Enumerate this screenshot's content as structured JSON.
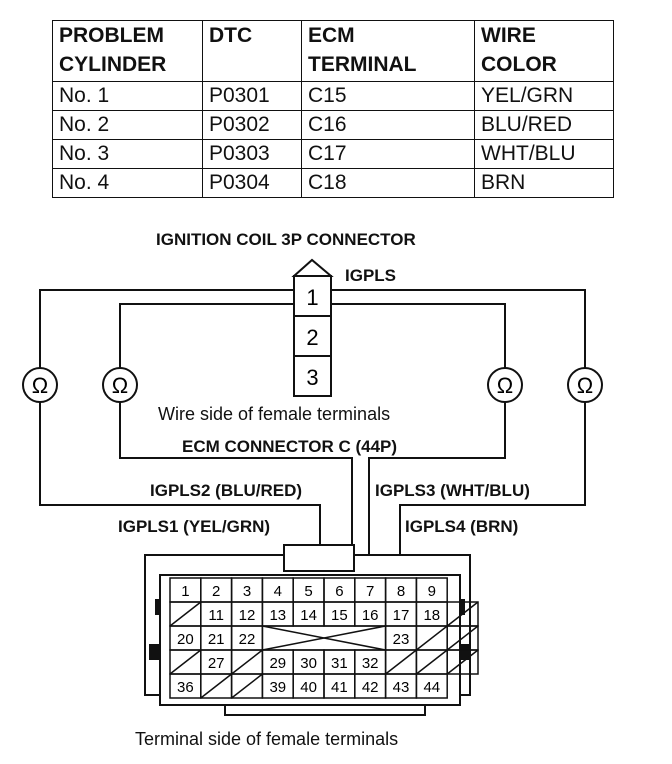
{
  "table": {
    "headers": [
      "PROBLEM CYLINDER",
      "DTC",
      "ECM TERMINAL",
      "WIRE COLOR"
    ],
    "rows": [
      [
        "No. 1",
        "P0301",
        "C15",
        "YEL/GRN"
      ],
      [
        "No. 2",
        "P0302",
        "C16",
        "BLU/RED"
      ],
      [
        "No. 3",
        "P0303",
        "C17",
        "WHT/BLU"
      ],
      [
        "No. 4",
        "P0304",
        "C18",
        "BRN"
      ]
    ]
  },
  "coil_connector": {
    "title": "IGNITION COIL 3P CONNECTOR",
    "pin_label": "IGPLS",
    "pins": [
      "1",
      "2",
      "3"
    ],
    "caption": "Wire side of female terminals"
  },
  "ohmmeter_symbol": "Ω",
  "ecm_connector": {
    "title": "ECM CONNECTOR C (44P)",
    "caption": "Terminal side of female terminals",
    "wires": {
      "igpls1": "IGPLS1 (YEL/GRN)",
      "igpls2": "IGPLS2 (BLU/RED)",
      "igpls3": "IGPLS3 (WHT/BLU)",
      "igpls4": "IGPLS4 (BRN)"
    },
    "terminals": [
      "1",
      "2",
      "3",
      "4",
      "5",
      "6",
      "7",
      "8",
      "9",
      "11",
      "12",
      "13",
      "14",
      "15",
      "16",
      "17",
      "18",
      "20",
      "21",
      "22",
      "23",
      "27",
      "29",
      "30",
      "31",
      "32",
      "36",
      "39",
      "40",
      "41",
      "42",
      "43",
      "44"
    ]
  }
}
